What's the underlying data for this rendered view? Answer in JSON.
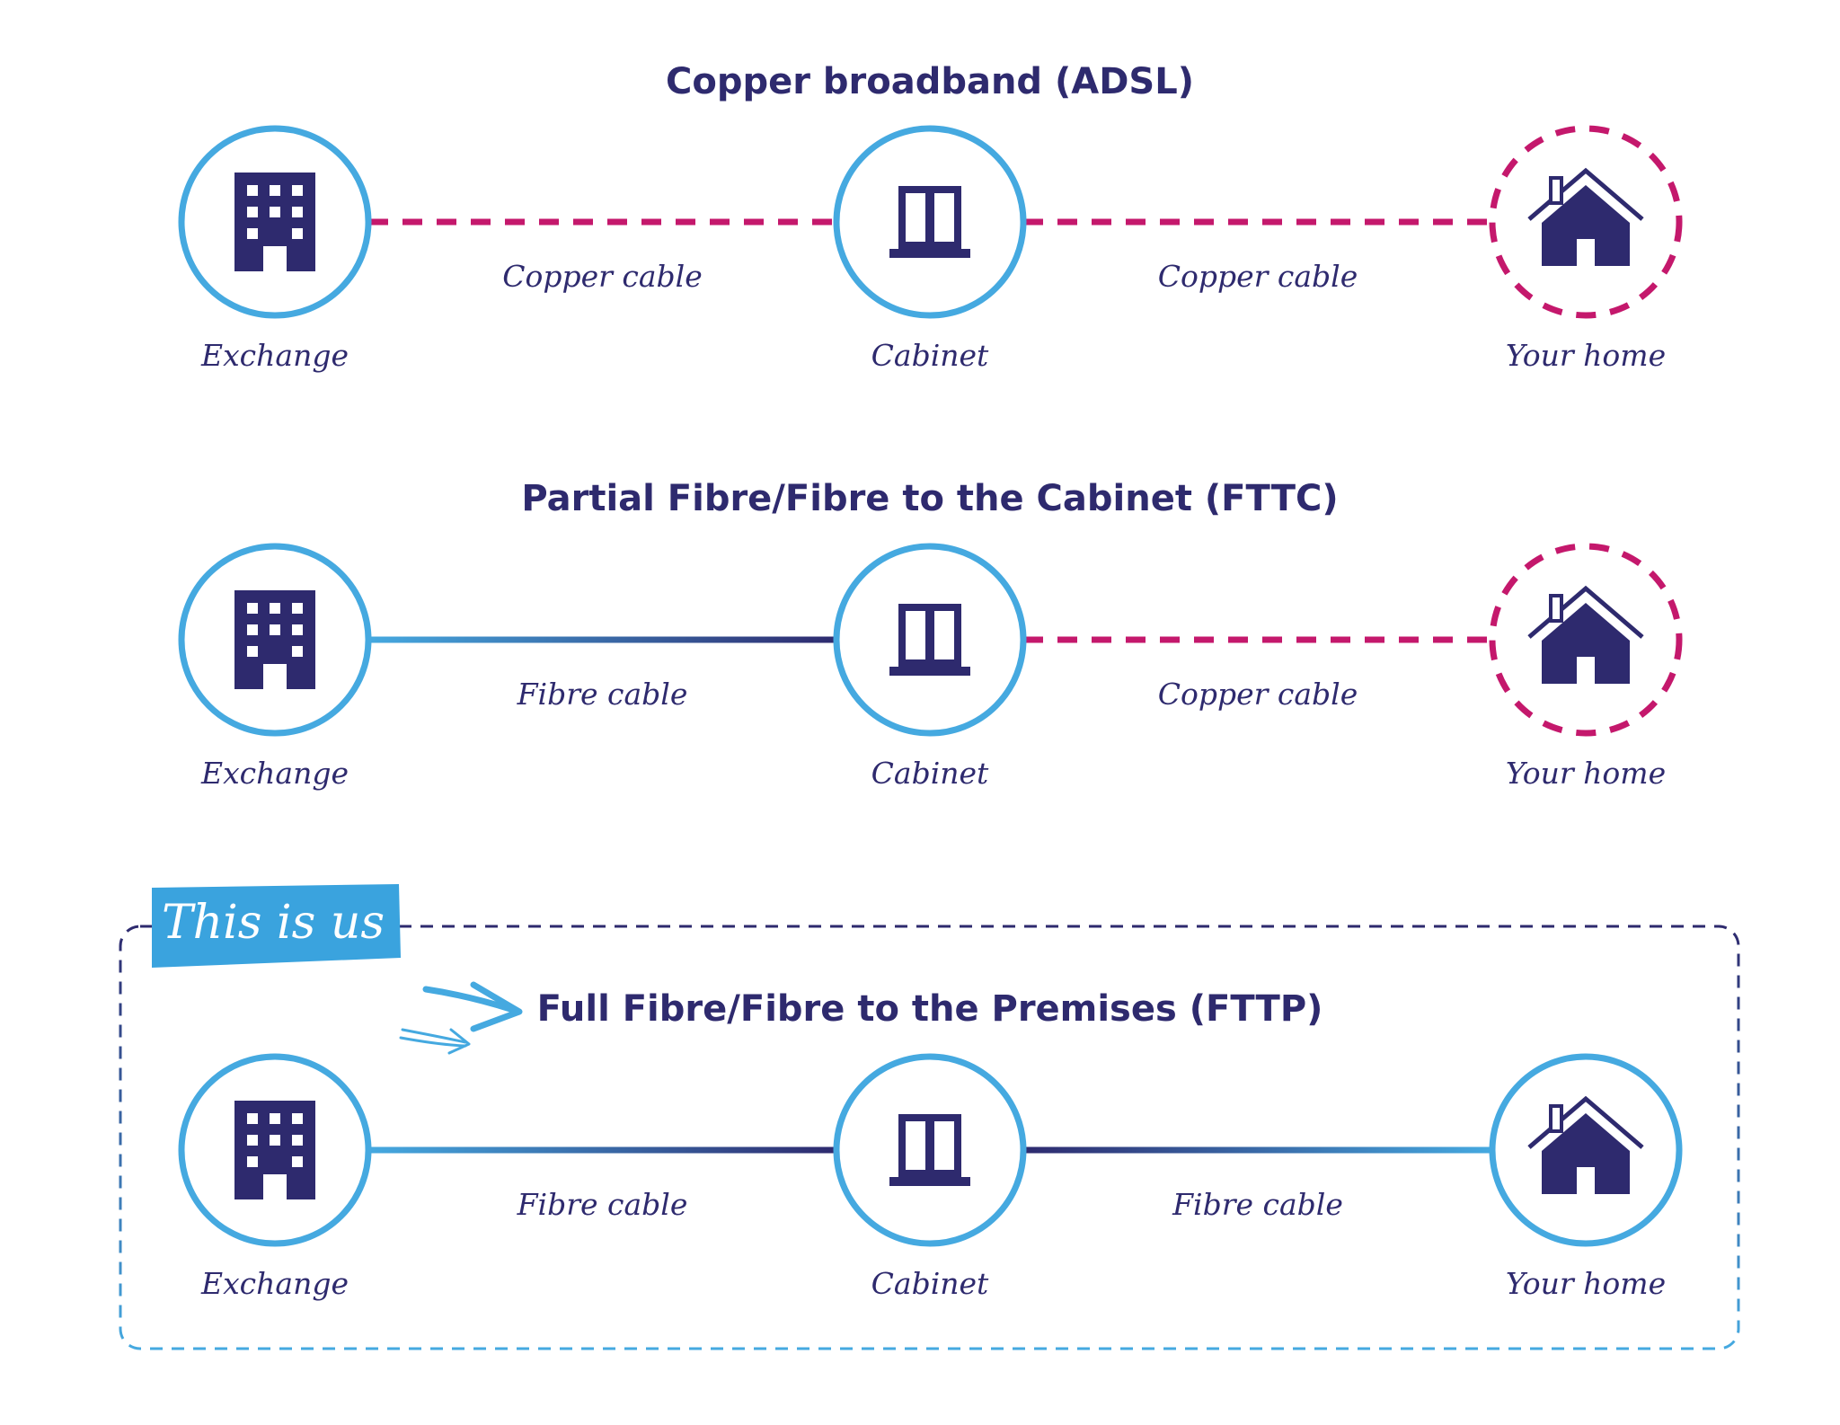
{
  "colors": {
    "navy": "#2e2a6e",
    "blue": "#45a9e0",
    "magenta": "#c4186c",
    "white": "#ffffff"
  },
  "badge": {
    "text": "This is us"
  },
  "rows": [
    {
      "title": "Copper broadband (ADSL)",
      "nodes": [
        {
          "label": "Exchange",
          "icon": "building-icon",
          "ring": "solid"
        },
        {
          "label": "Cabinet",
          "icon": "cabinet-icon",
          "ring": "solid"
        },
        {
          "label": "Your home",
          "icon": "house-icon",
          "ring": "dashed"
        }
      ],
      "links": [
        {
          "label": "Copper cable",
          "type": "copper"
        },
        {
          "label": "Copper cable",
          "type": "copper"
        }
      ]
    },
    {
      "title": "Partial Fibre/Fibre to the Cabinet (FTTC)",
      "nodes": [
        {
          "label": "Exchange",
          "icon": "building-icon",
          "ring": "solid"
        },
        {
          "label": "Cabinet",
          "icon": "cabinet-icon",
          "ring": "solid"
        },
        {
          "label": "Your home",
          "icon": "house-icon",
          "ring": "dashed"
        }
      ],
      "links": [
        {
          "label": "Fibre cable",
          "type": "fibre"
        },
        {
          "label": "Copper cable",
          "type": "copper"
        }
      ]
    },
    {
      "title": "Full Fibre/Fibre to the Premises (FTTP)",
      "nodes": [
        {
          "label": "Exchange",
          "icon": "building-icon",
          "ring": "solid"
        },
        {
          "label": "Cabinet",
          "icon": "cabinet-icon",
          "ring": "solid"
        },
        {
          "label": "Your home",
          "icon": "house-icon",
          "ring": "solid"
        }
      ],
      "links": [
        {
          "label": "Fibre cable",
          "type": "fibre"
        },
        {
          "label": "Fibre cable",
          "type": "fibre-reverse"
        }
      ]
    }
  ]
}
